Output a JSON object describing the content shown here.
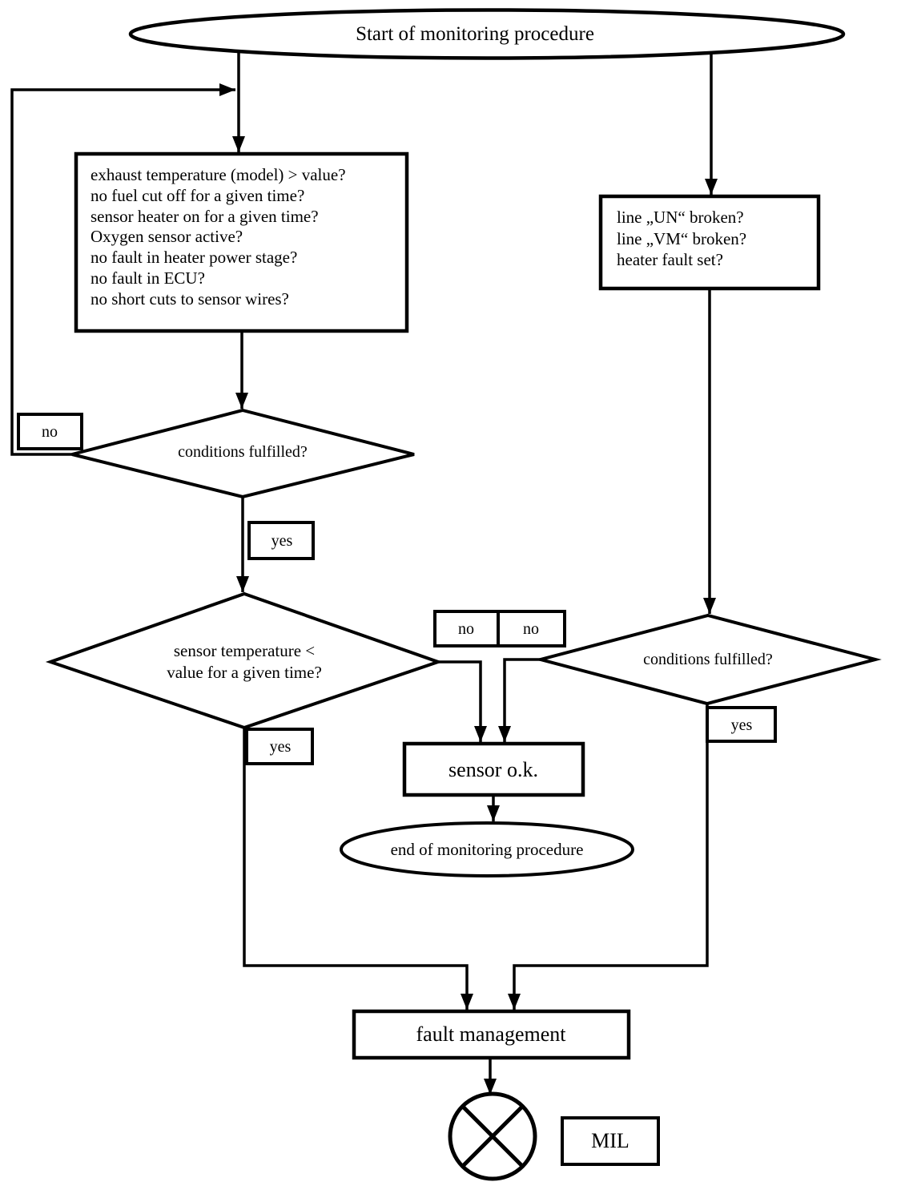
{
  "diagram": {
    "start_label": "Start of monitoring procedure",
    "entry_conditions": [
      "exhaust temperature (model) > value?",
      "no fuel cut off for a given time?",
      "sensor heater on for a given time?",
      "Oxygen sensor active?",
      "no fault in heater power stage?",
      "no fault in ECU?",
      "no short cuts to sensor wires?"
    ],
    "heater_checks": [
      "line „UN“ broken?",
      "line „VM“ broken?",
      "heater fault set?"
    ],
    "conditions_fulfilled_label": "conditions fulfilled?",
    "sensor_temperature_lines": [
      "sensor temperature <",
      "value for a given time?"
    ],
    "sensor_ok_label": "sensor o.k.",
    "end_label": "end of monitoring procedure",
    "fault_management_label": "fault management",
    "mil_label": "MIL",
    "edge_labels": {
      "yes": "yes",
      "no": "no"
    }
  },
  "colors": {
    "stroke": "#000000",
    "background": "#ffffff"
  }
}
